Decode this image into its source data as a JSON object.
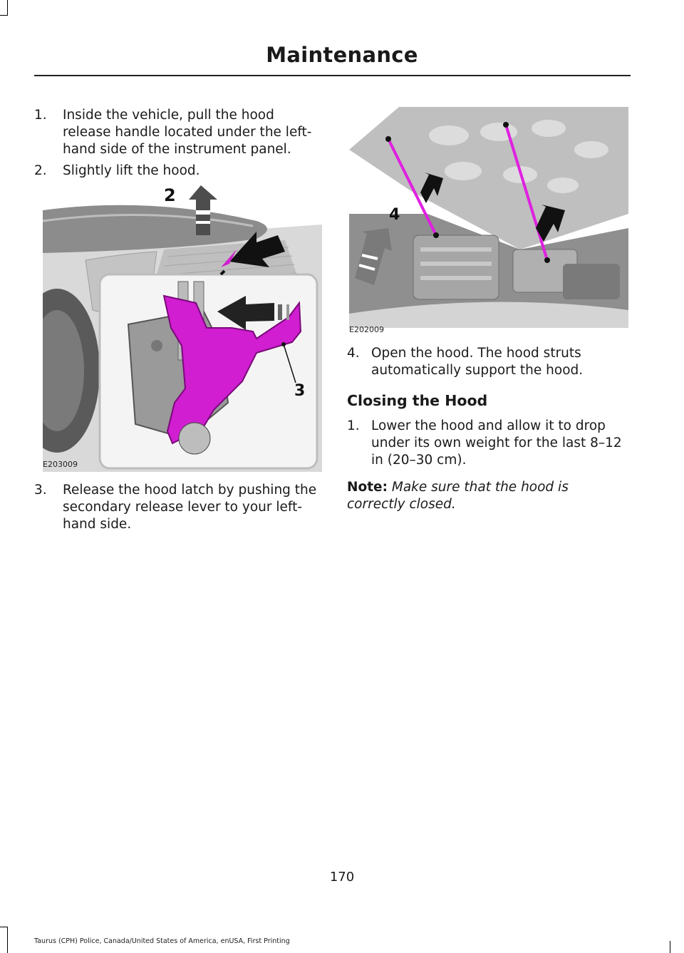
{
  "header": {
    "title": "Maintenance"
  },
  "left_column": {
    "steps_top": [
      {
        "num": "1.",
        "text": "Inside the vehicle, pull the hood release handle located under the left-hand side of the instrument panel."
      },
      {
        "num": "2.",
        "text": "Slightly lift the hood."
      }
    ],
    "figure": {
      "id": "E203009",
      "callouts": {
        "two": "2",
        "three": "3"
      },
      "colors": {
        "highlight": "#d01ed0",
        "arrow": "#111111",
        "inset_border": "#bdbdbd"
      }
    },
    "steps_bottom": [
      {
        "num": "3.",
        "text": "Release the hood latch by pushing the secondary release lever to your left-hand side."
      }
    ]
  },
  "right_column": {
    "figure": {
      "id": "E202009",
      "callouts": {
        "four": "4"
      },
      "colors": {
        "strut": "#e020e0",
        "arrow": "#111111"
      }
    },
    "step4": {
      "num": "4.",
      "text": "Open the hood. The hood struts automatically support the hood."
    },
    "closing": {
      "heading": "Closing the Hood",
      "steps": [
        {
          "num": "1.",
          "text": "Lower the hood and allow it to drop under its own weight for the last 8–12 in (20–30 cm)."
        }
      ],
      "note_label": "Note:",
      "note_text": "Make sure that the hood is correctly closed."
    }
  },
  "page_number": "170",
  "footer": "Taurus (CPH) Police, Canada/United States of America, enUSA, First Printing"
}
